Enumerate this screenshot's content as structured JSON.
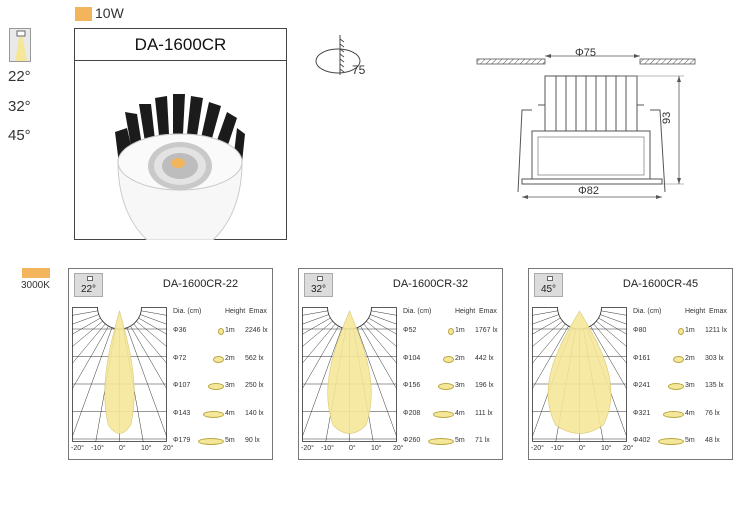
{
  "header": {
    "power": "10W",
    "color_temperature": "3000K"
  },
  "beam_angles": [
    "22°",
    "32°",
    "45°"
  ],
  "product": {
    "model": "DA-1600CR"
  },
  "cutout": {
    "value": "75"
  },
  "dimensions": {
    "cutout_dia": "Φ75",
    "height": "93",
    "outer_dia": "Φ82"
  },
  "columns": {
    "dia": "Dia. (cm)",
    "height": "Height",
    "emax": "Emax"
  },
  "cards": [
    {
      "title": "DA-1600CR-22",
      "angle_label": "22°",
      "rows": [
        {
          "dia": "Φ36",
          "height": "1m",
          "lux": "2246 lx"
        },
        {
          "dia": "Φ72",
          "height": "2m",
          "lux": "562 lx"
        },
        {
          "dia": "Φ107",
          "height": "3m",
          "lux": "250 lx"
        },
        {
          "dia": "Φ143",
          "height": "4m",
          "lux": "140 lx"
        },
        {
          "dia": "Φ179",
          "height": "5m",
          "lux": "90 lx"
        }
      ],
      "x_ticks": [
        "-20°",
        "-10°",
        "0°",
        "10°",
        "20°"
      ]
    },
    {
      "title": "DA-1600CR-32",
      "angle_label": "32°",
      "rows": [
        {
          "dia": "Φ52",
          "height": "1m",
          "lux": "1767 lx"
        },
        {
          "dia": "Φ104",
          "height": "2m",
          "lux": "442 lx"
        },
        {
          "dia": "Φ156",
          "height": "3m",
          "lux": "196 lx"
        },
        {
          "dia": "Φ208",
          "height": "4m",
          "lux": "111 lx"
        },
        {
          "dia": "Φ260",
          "height": "5m",
          "lux": "71 lx"
        }
      ],
      "x_ticks": [
        "-20°",
        "-10°",
        "0°",
        "10°",
        "20°"
      ]
    },
    {
      "title": "DA-1600CR-45",
      "angle_label": "45°",
      "rows": [
        {
          "dia": "Φ80",
          "height": "1m",
          "lux": "1211 lx"
        },
        {
          "dia": "Φ161",
          "height": "2m",
          "lux": "303 lx"
        },
        {
          "dia": "Φ241",
          "height": "3m",
          "lux": "135 lx"
        },
        {
          "dia": "Φ321",
          "height": "4m",
          "lux": "76 lx"
        },
        {
          "dia": "Φ402",
          "height": "5m",
          "lux": "48 lx"
        }
      ],
      "x_ticks": [
        "-20°",
        "-10°",
        "0°",
        "10°",
        "20°"
      ]
    }
  ],
  "colors": {
    "accent": "#f3b55b",
    "beam": "#f4e79a"
  }
}
